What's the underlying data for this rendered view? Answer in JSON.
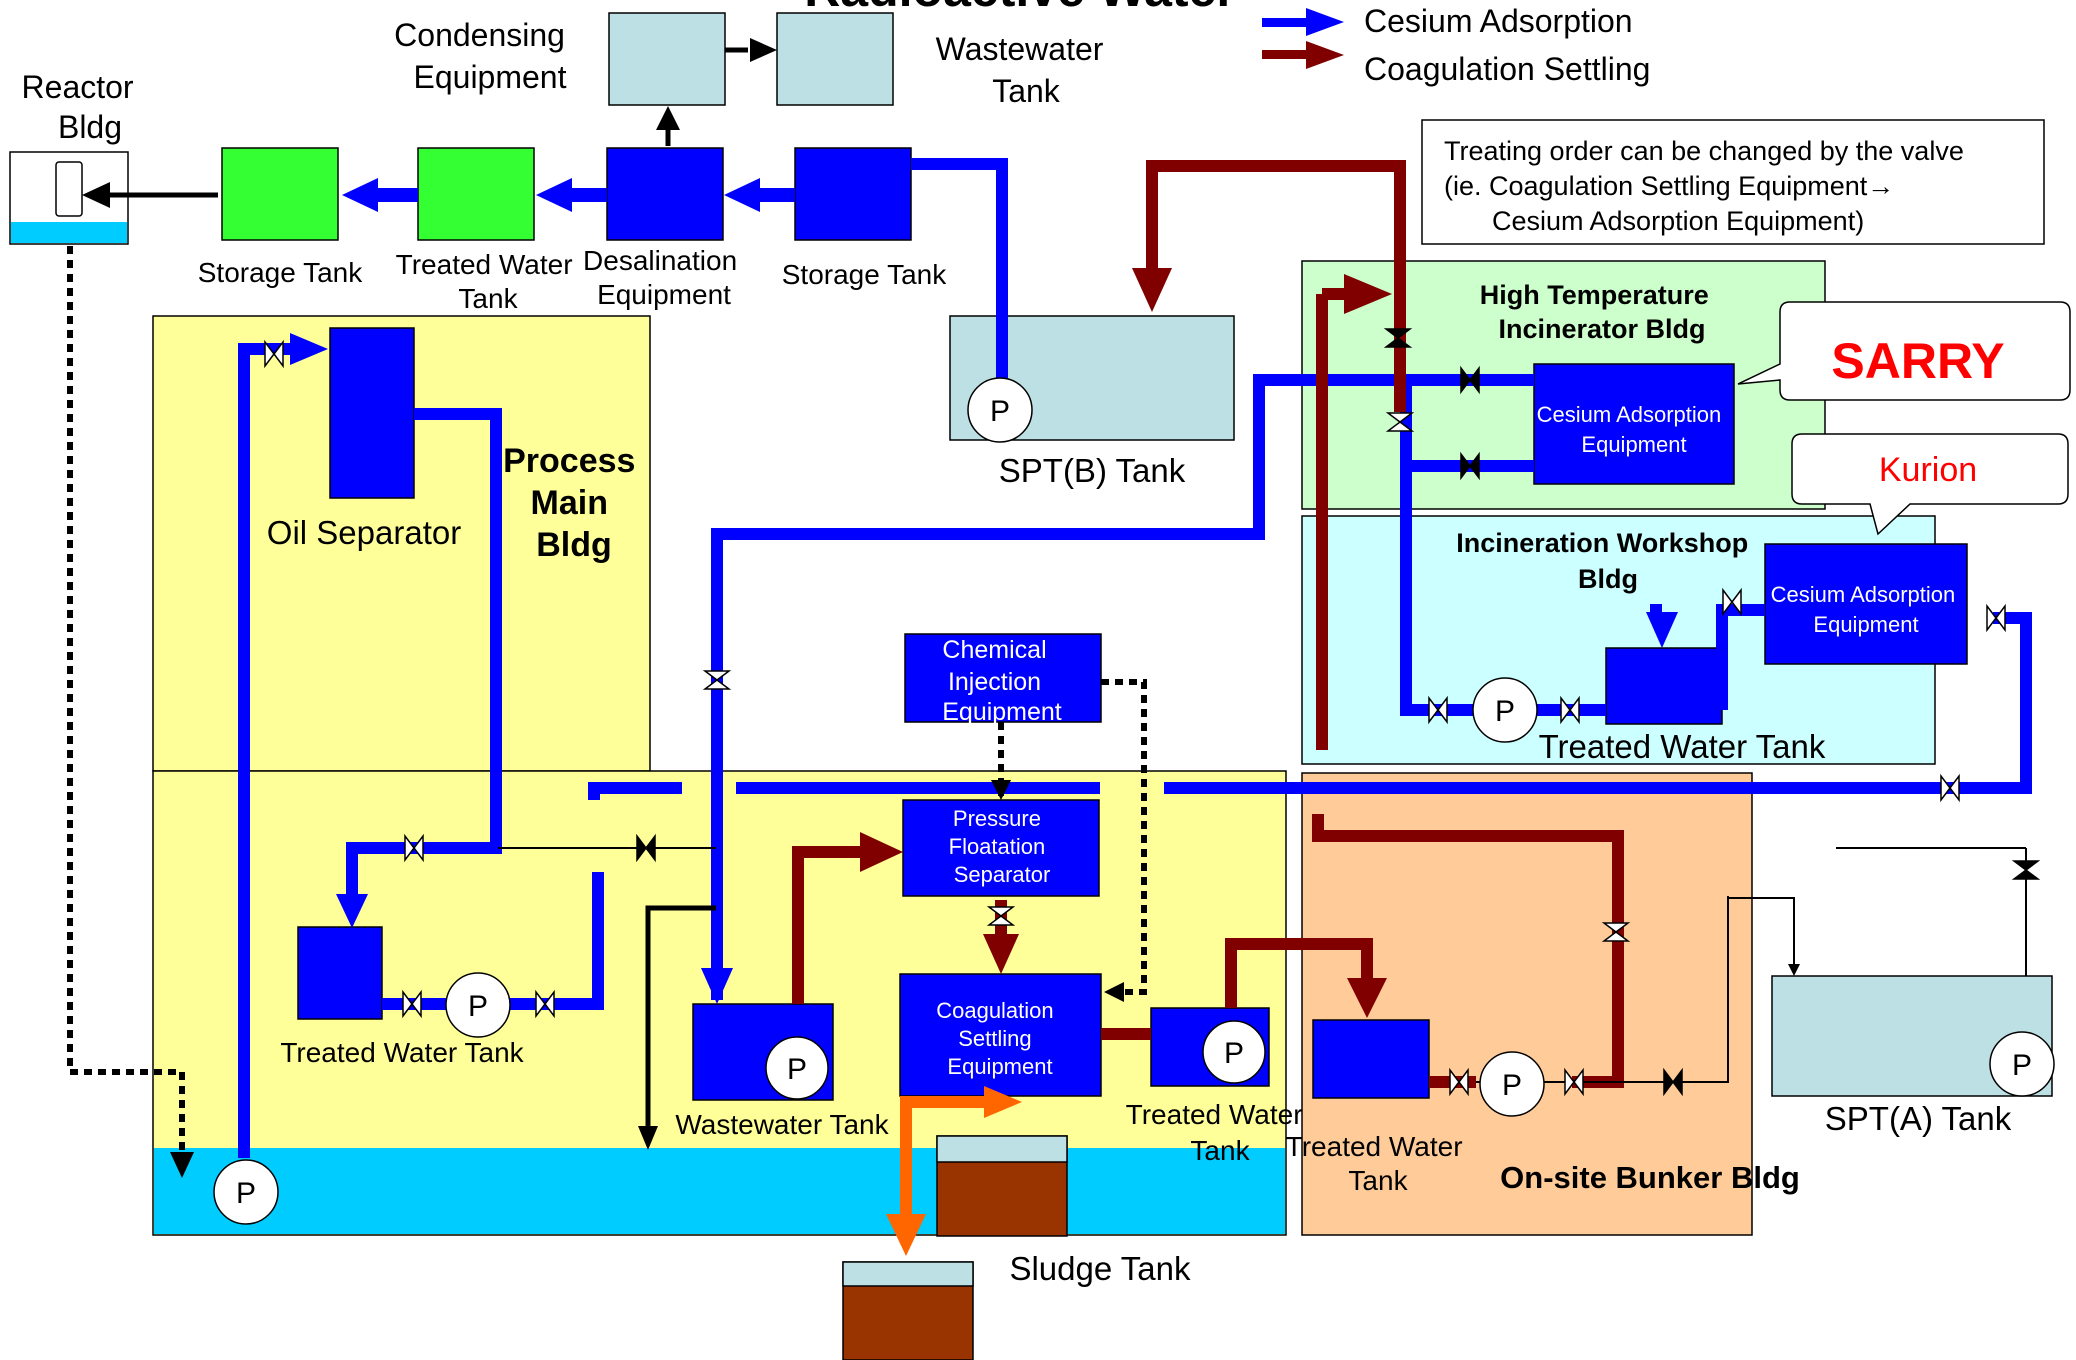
{
  "title": "Radioactive Water",
  "legend": {
    "cesium": "Cesium Adsorption",
    "coag": "Coagulation Settling",
    "cesium_color": "#0000ff",
    "coag_color": "#800000"
  },
  "note": {
    "line1": "Treating order can be changed by the valve",
    "line2": "(ie. Coagulation Settling Equipment→",
    "line3": "Cesium Adsorption Equipment)"
  },
  "buildings": {
    "reactor": [
      "Reactor",
      "Bldg"
    ],
    "process_main": [
      "Process",
      "Main",
      "Bldg"
    ],
    "high_temp": [
      "High Temperature",
      "Incinerator Bldg"
    ],
    "incineration": [
      "Incineration Workshop",
      "Bldg"
    ],
    "bunker": "On-site Bunker Bldg"
  },
  "labels": {
    "condensing": [
      "Condensing",
      "Equipment"
    ],
    "wastewater_top": [
      "Wastewater",
      "Tank"
    ],
    "storage_left": "Storage Tank",
    "treated_top": [
      "Treated Water",
      "Tank"
    ],
    "desalination": [
      "Desalination",
      "Equipment"
    ],
    "storage_right": "Storage Tank",
    "sptb": "SPT(B) Tank",
    "oil_separator": "Oil Separator",
    "cesium_sarry": [
      "Cesium Adsorption",
      "Equipment"
    ],
    "cesium_kurion": [
      "Cesium Adsorption",
      "Equipment"
    ],
    "treated_incin": "Treated Water Tank",
    "chemical": [
      "Chemical",
      "Injection",
      "Equipment"
    ],
    "pressure": [
      "Pressure",
      "Floatation",
      "Separator"
    ],
    "coagulation": [
      "Coagulation",
      "Settling",
      "Equipment"
    ],
    "treated_left": "Treated Water Tank",
    "wastewater_mid": "Wastewater Tank",
    "treated_mid": [
      "Treated Water",
      "Tank"
    ],
    "treated_bunker": [
      "Treated Water",
      "Tank"
    ],
    "spta": "SPT(A) Tank",
    "sludge": "Sludge Tank",
    "pump": "P"
  },
  "callouts": {
    "sarry": "SARRY",
    "kurion": "Kurion",
    "color": "#ff0000"
  }
}
